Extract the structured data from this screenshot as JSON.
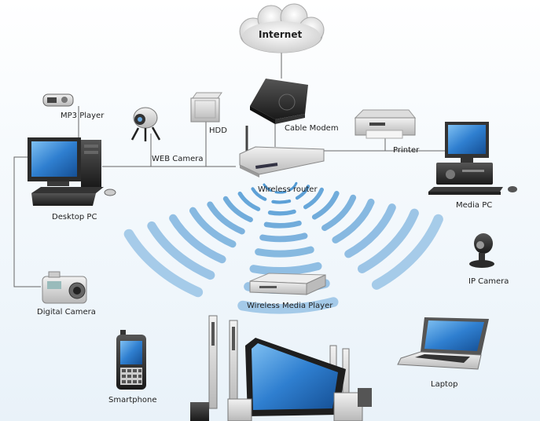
{
  "cloud": {
    "label": "Internet"
  },
  "devices": {
    "mp3_player": "MP3 Player",
    "hdd": "HDD",
    "cable_modem": "Cable Modem",
    "web_camera": "WEB Camera",
    "printer": "Printer",
    "desktop_pc": "Desktop PC",
    "wireless_router": "Wireless router",
    "media_pc": "Media PC",
    "ip_camera": "IP Camera",
    "digital_camera": "Digital Camera",
    "wireless_media_player": "Wireless Media Player",
    "laptop": "Laptop",
    "smartphone": "Smartphone"
  },
  "colors": {
    "wave": "#3f8fcf",
    "screen": "#2f7fd0",
    "device_dark": "#2b2b2b",
    "device_light": "#d9d9d9",
    "line": "#666666"
  }
}
